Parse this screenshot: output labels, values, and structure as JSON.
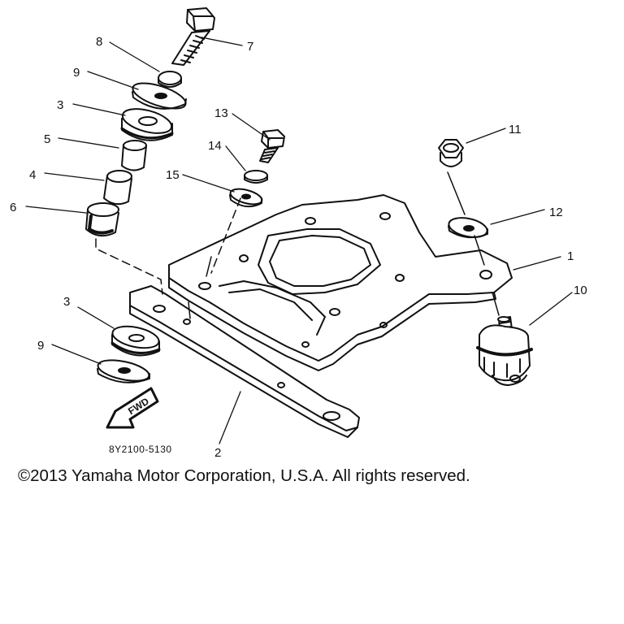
{
  "diagram": {
    "part_code": "8Y2100-5130",
    "fwd_label": "FWD",
    "callouts": [
      "1",
      "2",
      "3",
      "3",
      "4",
      "5",
      "6",
      "7",
      "8",
      "9",
      "9",
      "10",
      "11",
      "12",
      "13",
      "14",
      "15"
    ]
  },
  "footer": {
    "copyright": "©2013 Yamaha Motor Corporation, U.S.A. All rights reserved."
  },
  "colors": {
    "ink": "#111111",
    "paper": "#ffffff"
  }
}
